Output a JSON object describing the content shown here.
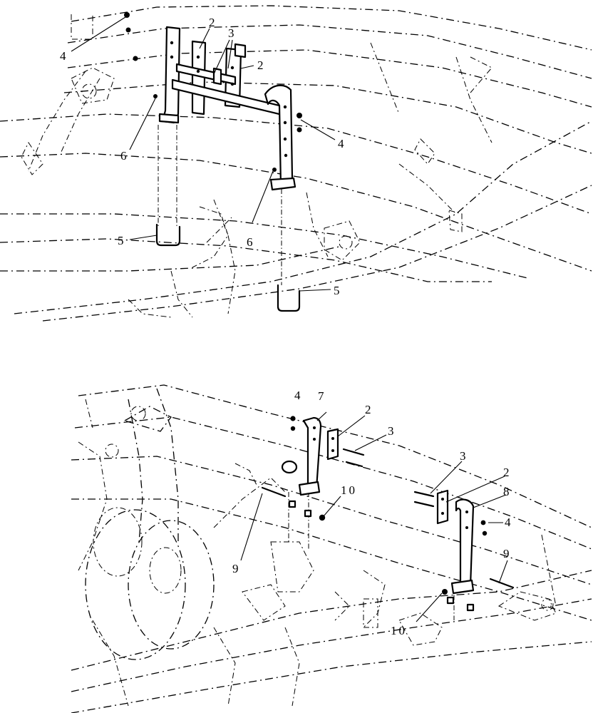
{
  "diagram": {
    "top_view": {
      "callouts": [
        {
          "id": "t-2a",
          "text": "2"
        },
        {
          "id": "t-3",
          "text": "3"
        },
        {
          "id": "t-2b",
          "text": "2"
        },
        {
          "id": "t-4a",
          "text": "4"
        },
        {
          "id": "t-4b",
          "text": "4"
        },
        {
          "id": "t-6a",
          "text": "6"
        },
        {
          "id": "t-6b",
          "text": "6"
        },
        {
          "id": "t-5a",
          "text": "5"
        },
        {
          "id": "t-5b",
          "text": "5"
        }
      ]
    },
    "bottom_view": {
      "callouts": [
        {
          "id": "b-4a",
          "text": "4"
        },
        {
          "id": "b-7",
          "text": "7"
        },
        {
          "id": "b-2a",
          "text": "2"
        },
        {
          "id": "b-3a",
          "text": "3"
        },
        {
          "id": "b-3b",
          "text": "3"
        },
        {
          "id": "b-2b",
          "text": "2"
        },
        {
          "id": "b-8",
          "text": "8"
        },
        {
          "id": "b-4b",
          "text": "4"
        },
        {
          "id": "b-10a",
          "text": "10"
        },
        {
          "id": "b-10b",
          "text": "10"
        },
        {
          "id": "b-9a",
          "text": "9"
        },
        {
          "id": "b-9b",
          "text": "9"
        }
      ]
    }
  }
}
